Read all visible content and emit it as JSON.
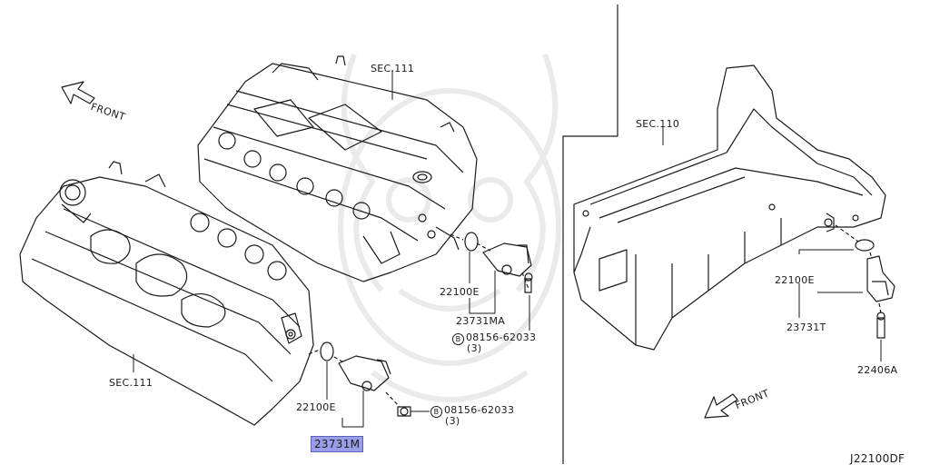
{
  "diagram": {
    "front_label": "FRONT",
    "diagram_code": "J22100DF",
    "colors": {
      "line": "#1a1a1a",
      "highlight": "#9a9de8"
    },
    "left": {
      "sec_upper": "SEC.111",
      "sec_lower": "SEC.111",
      "upper_sensor": {
        "oring": "22100E",
        "sensor": "23731MA",
        "bolt": "08156-62033",
        "bolt_qty": "(3)"
      },
      "lower_sensor": {
        "oring": "22100E",
        "sensor": "23731M",
        "bolt": "08156-62033",
        "bolt_qty": "(3)"
      }
    },
    "right": {
      "sec": "SEC.110",
      "oring": "22100E",
      "sensor": "23731T",
      "bolt": "22406A"
    },
    "bolt_marker": "B"
  }
}
